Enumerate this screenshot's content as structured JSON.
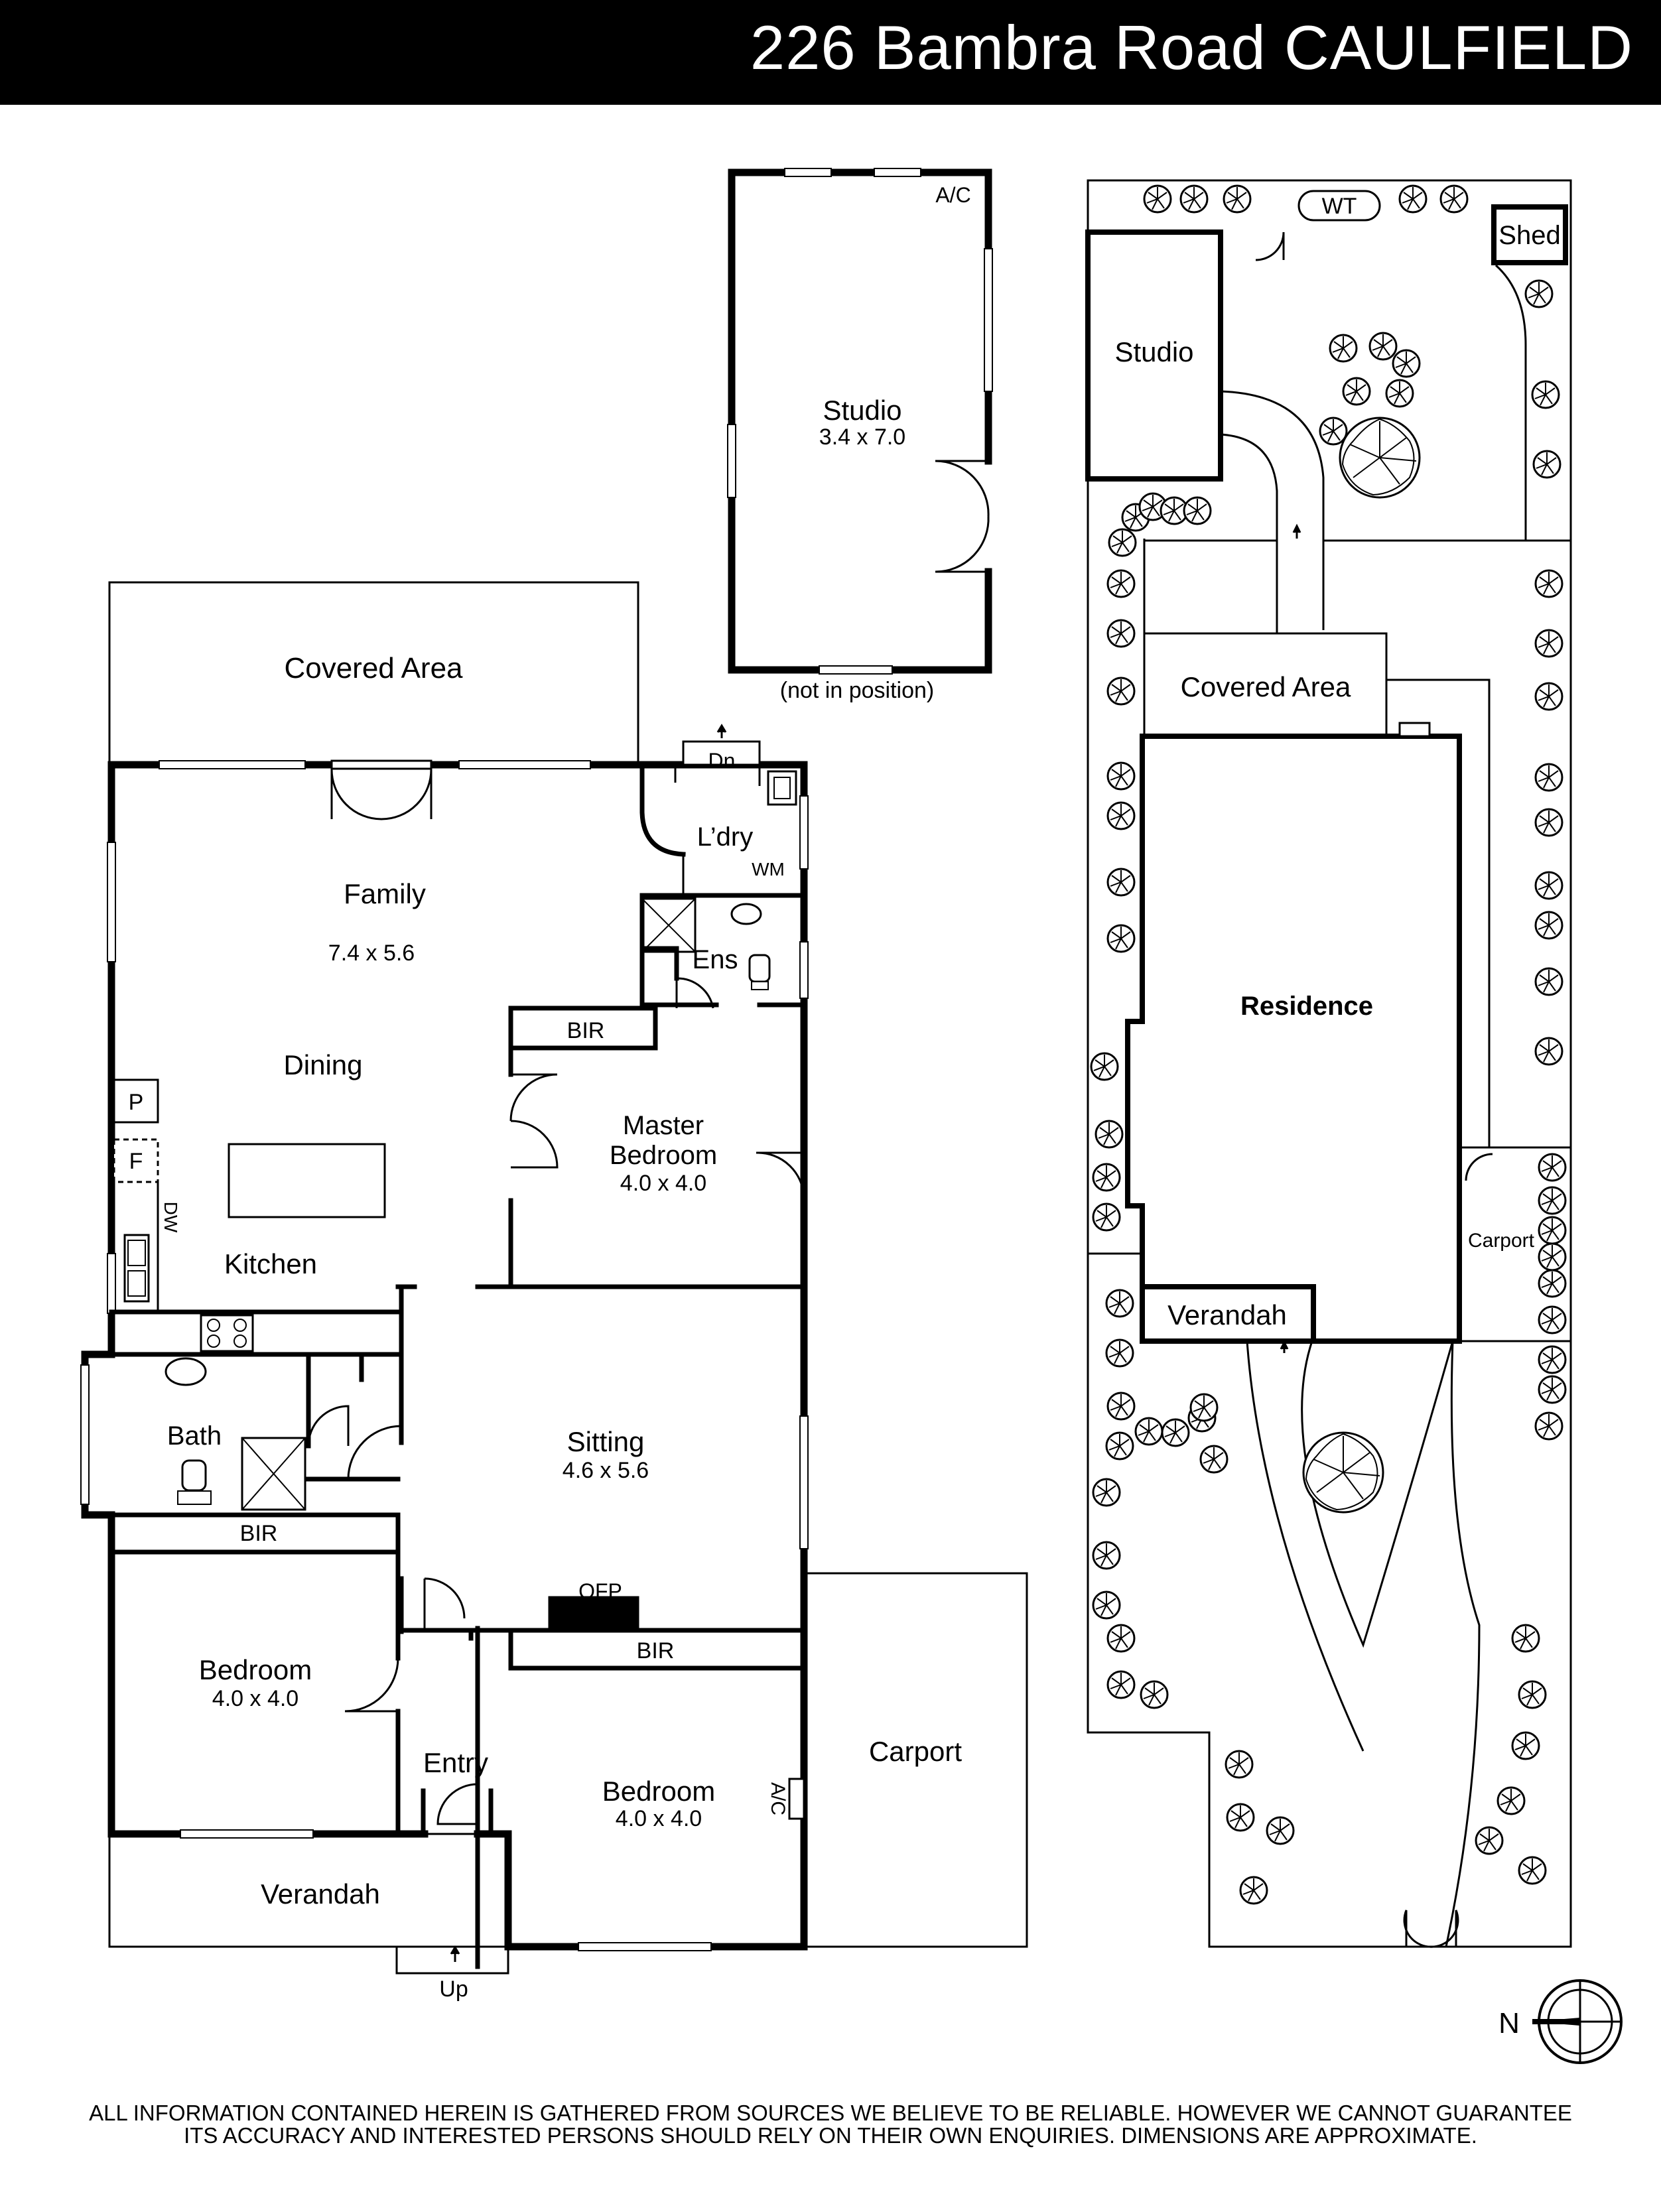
{
  "header": {
    "title": "226 Bambra Road CAULFIELD"
  },
  "house_plan": {
    "rooms": {
      "covered_area": "Covered Area",
      "family": "Family",
      "family_dims": "7.4 x 5.6",
      "dining": "Dining",
      "kitchen": "Kitchen",
      "laundry": "L’dry",
      "ensuite": "Ens",
      "bir_master": "BIR",
      "master_bedroom_line1": "Master",
      "master_bedroom_line2": "Bedroom",
      "master_bedroom_dims": "4.0 x 4.0",
      "bath": "Bath",
      "bir_bath": "BIR",
      "sitting": "Sitting",
      "sitting_dims": "4.6 x 5.6",
      "bedroom_left": "Bedroom",
      "bedroom_left_dims": "4.0 x 4.0",
      "entry": "Entry",
      "bedroom_right": "Bedroom",
      "bedroom_right_dims": "4.0 x 4.0",
      "bir_bedroom": "BIR",
      "verandah": "Verandah",
      "carport": "Carport"
    },
    "fixtures": {
      "down": "Dn",
      "washing_machine": "WM",
      "pantry": "P",
      "fridge": "F",
      "dishwasher": "DW",
      "open_fireplace": "OFP",
      "air_con": "A/C",
      "up": "Up"
    }
  },
  "studio_plan": {
    "title": "Studio",
    "dims": "3.4 x 7.0",
    "air_con": "A/C",
    "note": "(not in position)"
  },
  "site_plan": {
    "water_tank": "WT",
    "shed": "Shed",
    "studio": "Studio",
    "covered_area": "Covered Area",
    "residence": "Residence",
    "carport": "Carport",
    "verandah": "Verandah",
    "north": "N"
  },
  "disclaimer": {
    "line1": "ALL INFORMATION CONTAINED HEREIN IS GATHERED FROM SOURCES WE BELIEVE TO BE RELIABLE. HOWEVER WE CANNOT GUARANTEE",
    "line2": "ITS ACCURACY AND INTERESTED PERSONS SHOULD RELY ON THEIR OWN ENQUIRIES. DIMENSIONS ARE APPROXIMATE."
  }
}
